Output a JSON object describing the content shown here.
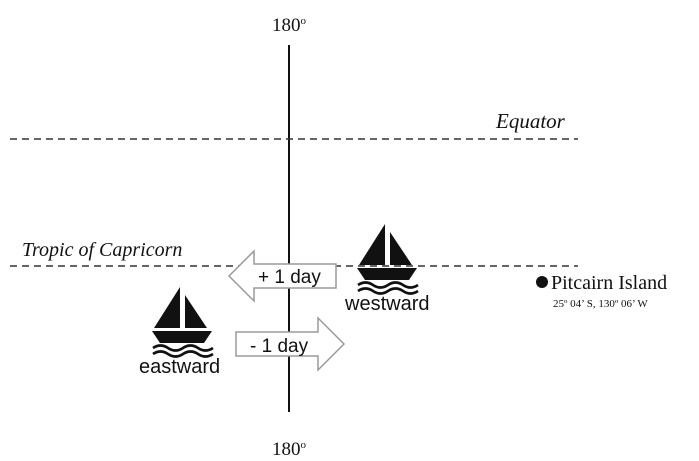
{
  "meridian": {
    "top_label": "180",
    "bottom_label": "180",
    "degree_symbol": "o"
  },
  "lines": {
    "equator_label": "Equator",
    "tropic_label": "Tropic of Capricorn"
  },
  "boats": {
    "westward_label": "westward",
    "eastward_label": "eastward",
    "icon": "sailboat-icon"
  },
  "arrows": {
    "west_label": "+ 1 day",
    "east_label": "- 1 day"
  },
  "location": {
    "name": "Pitcairn Island",
    "coords": "25º 04’ S, 130º 06’ W"
  },
  "colors": {
    "ink": "#111111",
    "arrow_stroke": "#9a9a9a",
    "background": "#ffffff"
  }
}
